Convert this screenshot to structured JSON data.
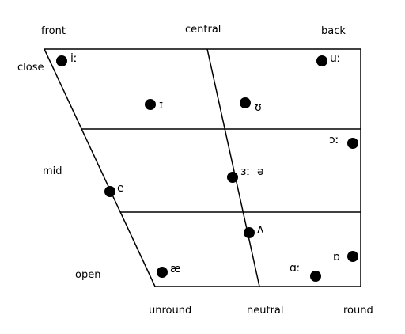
{
  "column_labels": {
    "front": "front",
    "central": "central",
    "back": "back"
  },
  "row_labels": {
    "close": "close",
    "mid": "mid",
    "open": "open"
  },
  "bottom_labels": {
    "unround": "unround",
    "neutral": "neutral",
    "round": "round"
  },
  "vowels": [
    {
      "id": "i-long",
      "symbol": "iː"
    },
    {
      "id": "u-long",
      "symbol": "uː"
    },
    {
      "id": "near-close-front",
      "symbol": "ɪ"
    },
    {
      "id": "near-close-back",
      "symbol": "ʊ"
    },
    {
      "id": "open-mid-back-long",
      "symbol": "ɔː"
    },
    {
      "id": "e",
      "symbol": "e"
    },
    {
      "id": "schwa-group",
      "symbol": "ɜː  ə"
    },
    {
      "id": "wedge",
      "symbol": "ʌ"
    },
    {
      "id": "ae",
      "symbol": "æ"
    },
    {
      "id": "open-back-rounded",
      "symbol": "ɒ"
    },
    {
      "id": "a-long",
      "symbol": "ɑː"
    }
  ]
}
